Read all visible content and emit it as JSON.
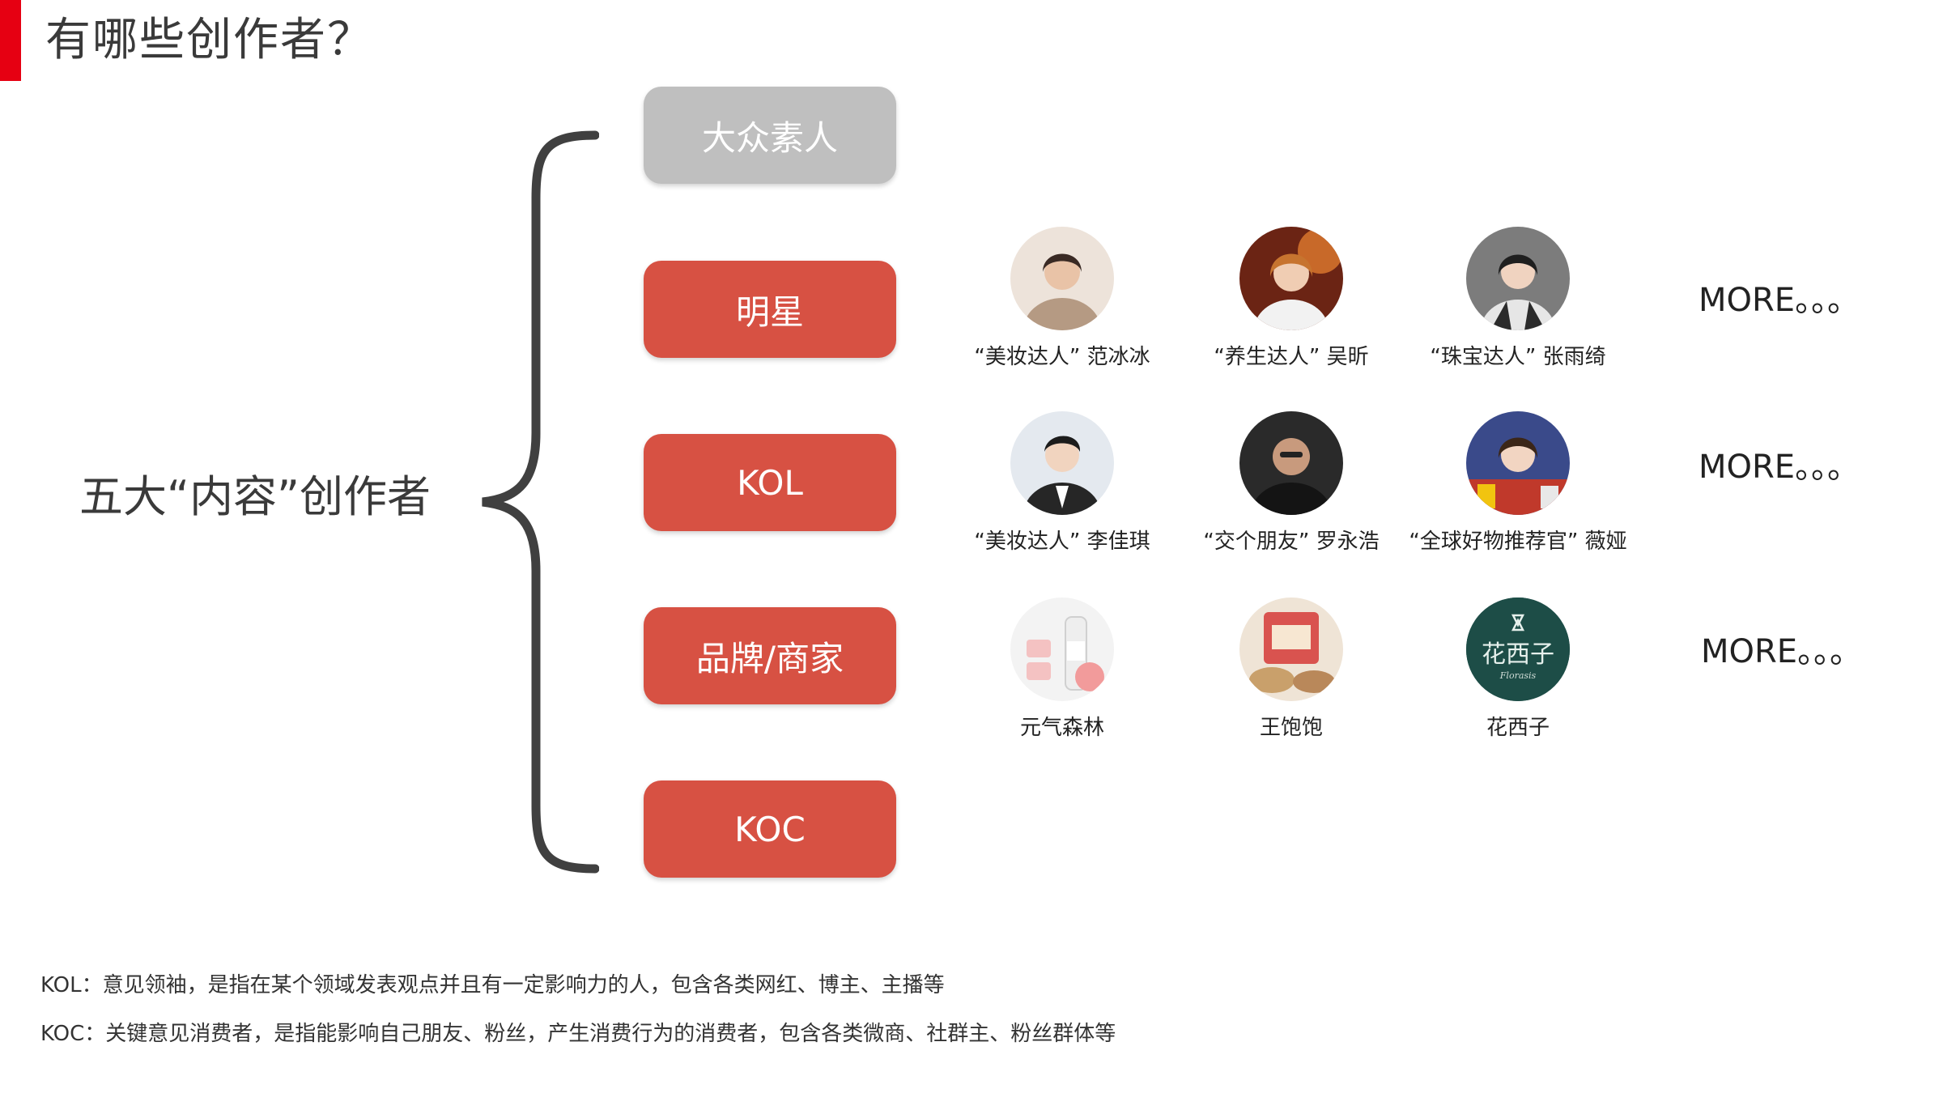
{
  "page": {
    "title": "有哪些创作者？",
    "center_label": "五大“内容”创作者"
  },
  "categories": [
    {
      "label": "大众素人",
      "color": "#bfbfbf"
    },
    {
      "label": "明星",
      "color": "#d75143"
    },
    {
      "label": "KOL",
      "color": "#d75143"
    },
    {
      "label": "品牌/商家",
      "color": "#d75143"
    },
    {
      "label": "KOC",
      "color": "#d75143"
    }
  ],
  "rows": [
    {
      "creators": [
        {
          "caption": "“美妆达人” 范冰冰",
          "icon": "portrait-photo"
        },
        {
          "caption": "“养生达人” 吴昕",
          "icon": "portrait-photo"
        },
        {
          "caption": "“珠宝达人” 张雨绮",
          "icon": "portrait-photo"
        }
      ],
      "more": "MORE。。。"
    },
    {
      "creators": [
        {
          "caption": "“美妆达人” 李佳琪",
          "icon": "portrait-photo"
        },
        {
          "caption": "“交个朋友” 罗永浩",
          "icon": "portrait-photo"
        },
        {
          "caption": "“全球好物推荐官” 薇娅",
          "icon": "portrait-photo"
        }
      ],
      "more": "MORE。。。"
    },
    {
      "creators": [
        {
          "caption": "元气森林",
          "icon": "product-photo"
        },
        {
          "caption": "王饱饱",
          "icon": "product-photo"
        },
        {
          "caption": "花西子",
          "icon": "brand-logo",
          "logo_text": "花西子",
          "logo_subtext": "Florasis"
        }
      ],
      "more": "MORE。。。"
    }
  ],
  "notes": [
    "KOL：意见领袖，是指在某个领域发表观点并且有一定影响力的人，包含各类网红、博主、主播等",
    "KOC：关键意见消费者，是指能影响自己朋友、粉丝，产生消费行为的消费者，包含各类微商、社群主、粉丝群体等"
  ],
  "colors": {
    "accent": "#e60012",
    "category_red": "#d75143",
    "category_gray": "#bfbfbf",
    "brace": "#404040"
  }
}
